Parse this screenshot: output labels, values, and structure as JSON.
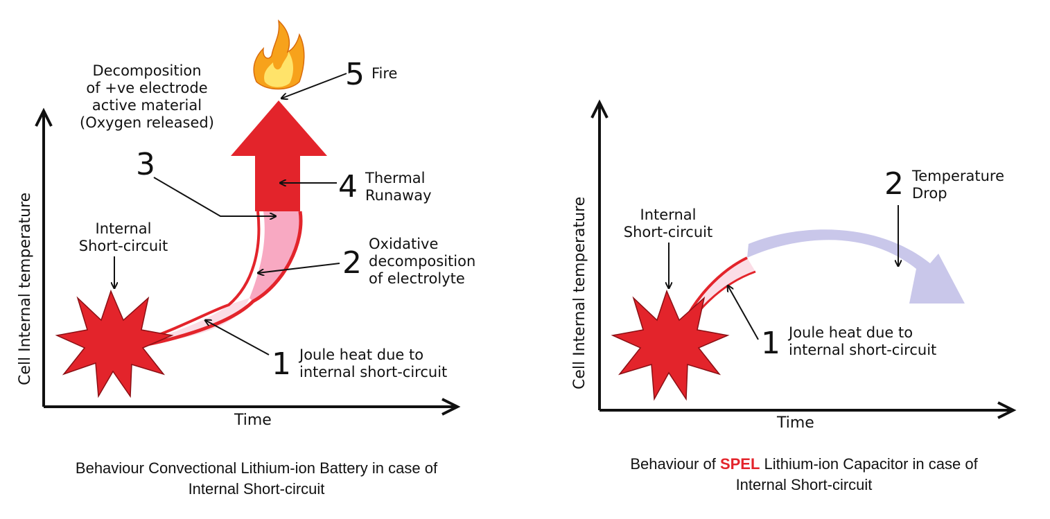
{
  "left_panel": {
    "y_axis_label": "Cell Internal temperature",
    "x_axis_label": "Time",
    "internal_short_circuit": [
      "Internal",
      "Short-circuit"
    ],
    "step1": {
      "number": "1",
      "text": [
        "Joule heat due to",
        "internal short-circuit"
      ]
    },
    "step2": {
      "number": "2",
      "text": [
        "Oxidative",
        "decomposition",
        "of electrolyte"
      ]
    },
    "step3": {
      "number": "3",
      "text": [
        "Decomposition",
        "of +ve electrode",
        "active material",
        "(Oxygen released)"
      ]
    },
    "step4": {
      "number": "4",
      "text": [
        "Thermal",
        "Runaway"
      ]
    },
    "step5": {
      "number": "5",
      "text": "Fire"
    },
    "caption": {
      "line1": "Behaviour Convectional Lithium-ion Battery in case of",
      "line2": "Internal Short-circuit"
    }
  },
  "right_panel": {
    "y_axis_label": "Cell Internal temperature",
    "x_axis_label": "Time",
    "internal_short_circuit": [
      "Internal",
      "Short-circuit"
    ],
    "step1": {
      "number": "1",
      "text": [
        "Joule heat due to",
        "internal short-circuit"
      ]
    },
    "step2": {
      "number": "2",
      "text": [
        "Temperature",
        "Drop"
      ]
    },
    "caption": {
      "line1_prefix": "Behaviour of ",
      "line1_brand": "SPEL",
      "line1_suffix": " Lithium-ion Capacitor in case of",
      "line2": "Internal Short-circuit"
    }
  },
  "colors": {
    "red": "#e3242b",
    "pink_light": "#fbdde6",
    "pink_mid": "#f8a9c2",
    "lavender": "#c9c7ea",
    "flame_orange": "#f7a21b",
    "flame_yellow": "#ffe36a"
  },
  "icons": [
    "starburst-icon",
    "flame-icon",
    "arrow-up-icon"
  ]
}
